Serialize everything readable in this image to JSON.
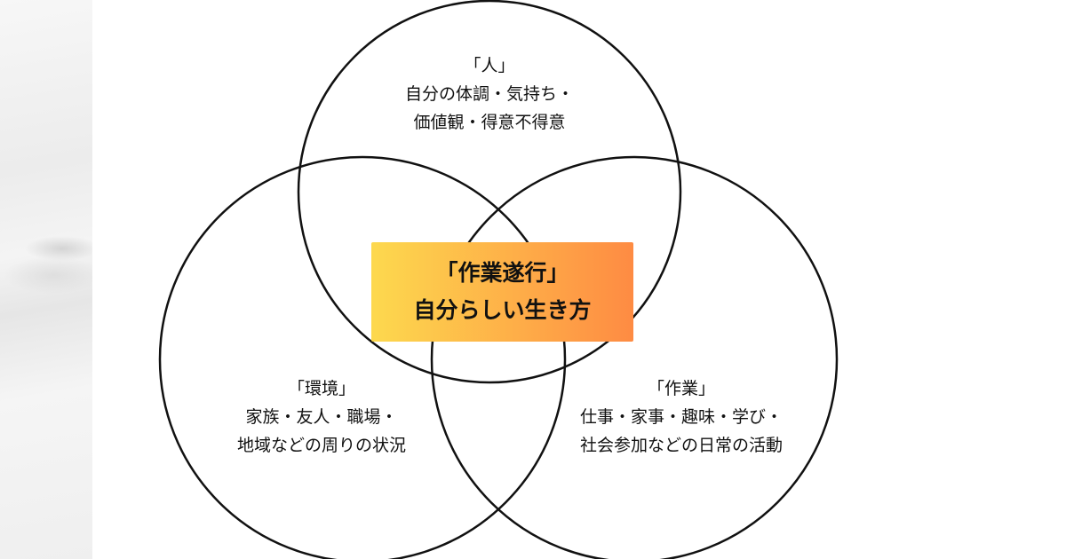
{
  "center": {
    "line1": "「作業遂行」",
    "line2": "自分らしい生き方",
    "gradient": [
      "#fdd94e",
      "#fe8b43"
    ]
  },
  "person": {
    "title": "「人」",
    "line1": "自分の体調・気持ち・",
    "line2": "価値観・得意不得意"
  },
  "environment": {
    "title": "「環境」",
    "line1": "家族・友人・職場・",
    "line2": "地域などの周りの状況"
  },
  "occupation": {
    "title": "「作業」",
    "line1": "仕事・家事・趣味・学び・",
    "line2": "社会参加などの日常の活動"
  }
}
